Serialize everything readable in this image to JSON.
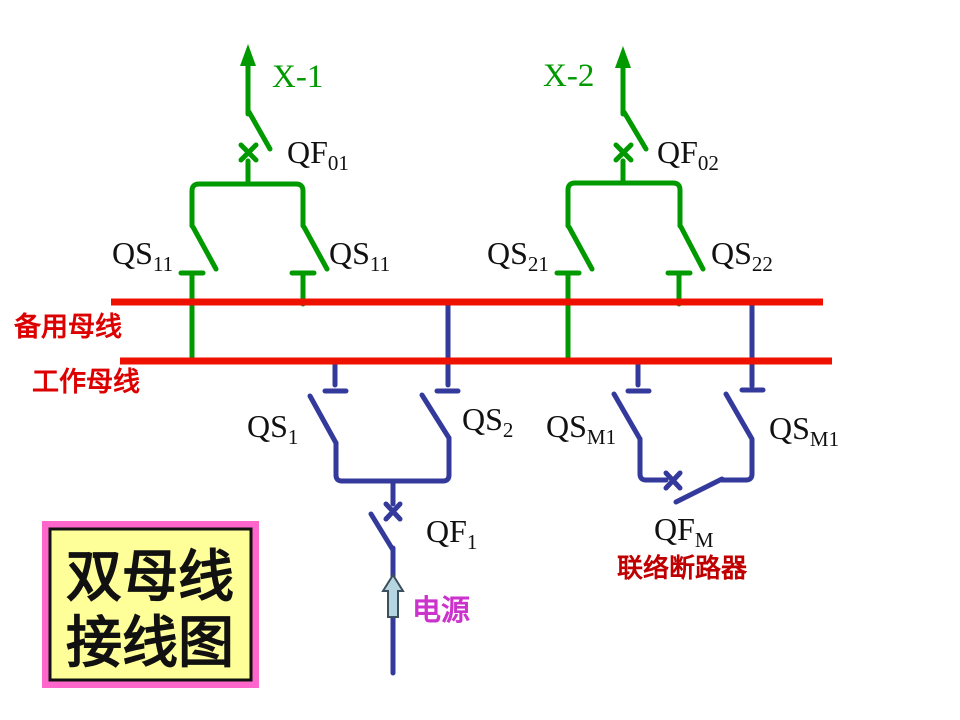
{
  "colors": {
    "green": "#009900",
    "red": "#ee1100",
    "blue": "#343a9b",
    "bus-label": "#dd0000",
    "tie-label": "#c00000",
    "magenta": "#cc33cc",
    "box-border": "#ff66cc",
    "box-fill": "#ffff99",
    "arrow-fill": "#b5d6e0",
    "ink": "#111111"
  },
  "busbars": {
    "standby_label": "备用母线",
    "working_label": "工作母线"
  },
  "feeder1": {
    "name": "X-1",
    "breaker": {
      "main": "QF",
      "sub": "01"
    },
    "disc_left": {
      "main": "QS",
      "sub": "11"
    },
    "disc_right": {
      "main": "QS",
      "sub": "11"
    }
  },
  "feeder2": {
    "name": "X-2",
    "breaker": {
      "main": "QF",
      "sub": "02"
    },
    "disc_left": {
      "main": "QS",
      "sub": "21"
    },
    "disc_right": {
      "main": "QS",
      "sub": "22"
    }
  },
  "source_bay": {
    "disc_left": {
      "main": "QS",
      "sub": "1"
    },
    "disc_right": {
      "main": "QS",
      "sub": "2"
    },
    "breaker": {
      "main": "QF",
      "sub": "1"
    },
    "source_label": "电源"
  },
  "tie_bay": {
    "disc_left": {
      "main": "QS",
      "sub": "M1"
    },
    "disc_right": {
      "main": "QS",
      "sub": "M1"
    },
    "breaker": {
      "main": "QF",
      "sub": "M"
    },
    "caption": "联络断路器"
  },
  "title_box": {
    "line1": "双母线",
    "line2": "接线图"
  }
}
